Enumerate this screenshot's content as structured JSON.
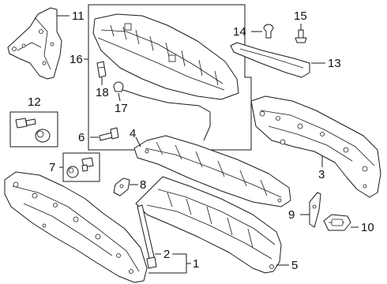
{
  "diagram": {
    "type": "exploded-parts-diagram",
    "callouts": [
      "1",
      "2",
      "3",
      "4",
      "5",
      "6",
      "7",
      "8",
      "9",
      "10",
      "11",
      "12",
      "13",
      "14",
      "15",
      "16",
      "17",
      "18"
    ],
    "colors": {
      "line": "#1a1a1a",
      "background": "#ffffff"
    }
  }
}
